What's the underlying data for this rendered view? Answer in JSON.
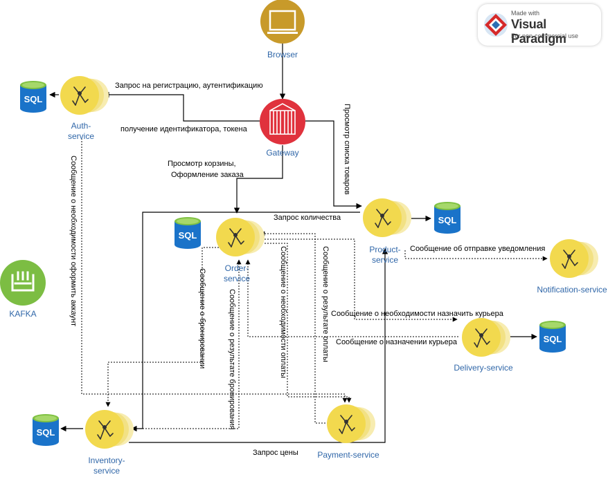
{
  "watermark": {
    "made_with": "Made with",
    "brand": "Visual Paradigm",
    "note": "For non-commercial use"
  },
  "nodes": {
    "browser": "Browser",
    "gateway": "Gateway",
    "auth": "Auth-\nservice",
    "product": "Product-\nservice",
    "order": "Order-\nservice",
    "notification": "Notification-service",
    "delivery": "Delivery-service",
    "payment": "Payment-service",
    "inventory": "Inventory-\nservice",
    "kafka": "KAFKA"
  },
  "databases": {
    "label": "SQL"
  },
  "edges": {
    "auth_request": "Запрос на регистрацию, аутентификацию",
    "token_receive": "получение идентификатора, токена",
    "catalog_view": "Просмотр списка товаров",
    "cart_line1": "Просмотр корзины,",
    "cart_line2": "Оформление заказа",
    "quantity_request": "Запрос количества",
    "notify_sending": "Сообщение об отправке уведомления",
    "courier_need": "Сообщение о необходимости назначить курьера",
    "courier_assigned": "Сообщение о назначении курьера",
    "price_request": "Запрос цены",
    "account_need": "Сообщение о необходимости оформить аккаунт",
    "booking_msg": "Сообщение о бронировании",
    "booking_result": "Сообщение о результате бронирования",
    "payment_need": "Сообщение о необходимости оплаты",
    "payment_result": "Сообщение о результате оплаты"
  },
  "colors": {
    "service_yellow": "#f2d94e",
    "browser_gold": "#c89a2a",
    "gateway_red": "#e0323d",
    "sql_blue": "#1a73c9",
    "sql_green": "#7fc142",
    "kafka_green": "#7cbd43",
    "label_blue": "#2f66a8"
  }
}
